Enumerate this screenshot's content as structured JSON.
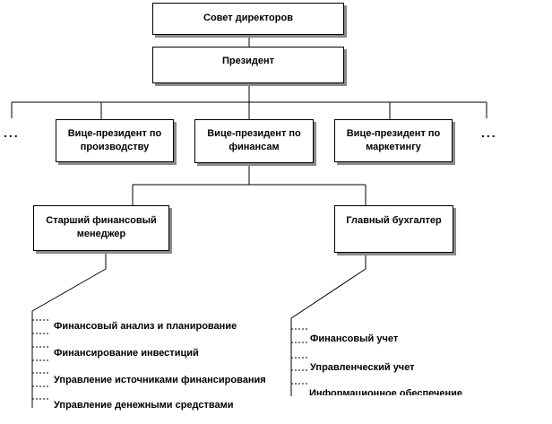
{
  "boxes": {
    "board": "Совет директоров",
    "president": "Президент",
    "vp_production": [
      "Вице-президент по",
      "производству"
    ],
    "vp_finance": [
      "Вице-президент по",
      "финансам"
    ],
    "vp_marketing": [
      "Вице-президент по",
      "маркетингу"
    ],
    "senior_fin_manager": [
      "Старший финансовый",
      "менеджер"
    ],
    "chief_accountant": "Главный бухгалтер"
  },
  "ellipsis": "...",
  "left_functions": [
    "Финансовый анализ и планирование",
    "Финансирование инвестиций",
    "Управление источниками финансирования",
    "Управление денежными  средствами"
  ],
  "right_functions": [
    "Финансовый учет",
    "Управленческий учет",
    "Информационное обеспечение"
  ]
}
